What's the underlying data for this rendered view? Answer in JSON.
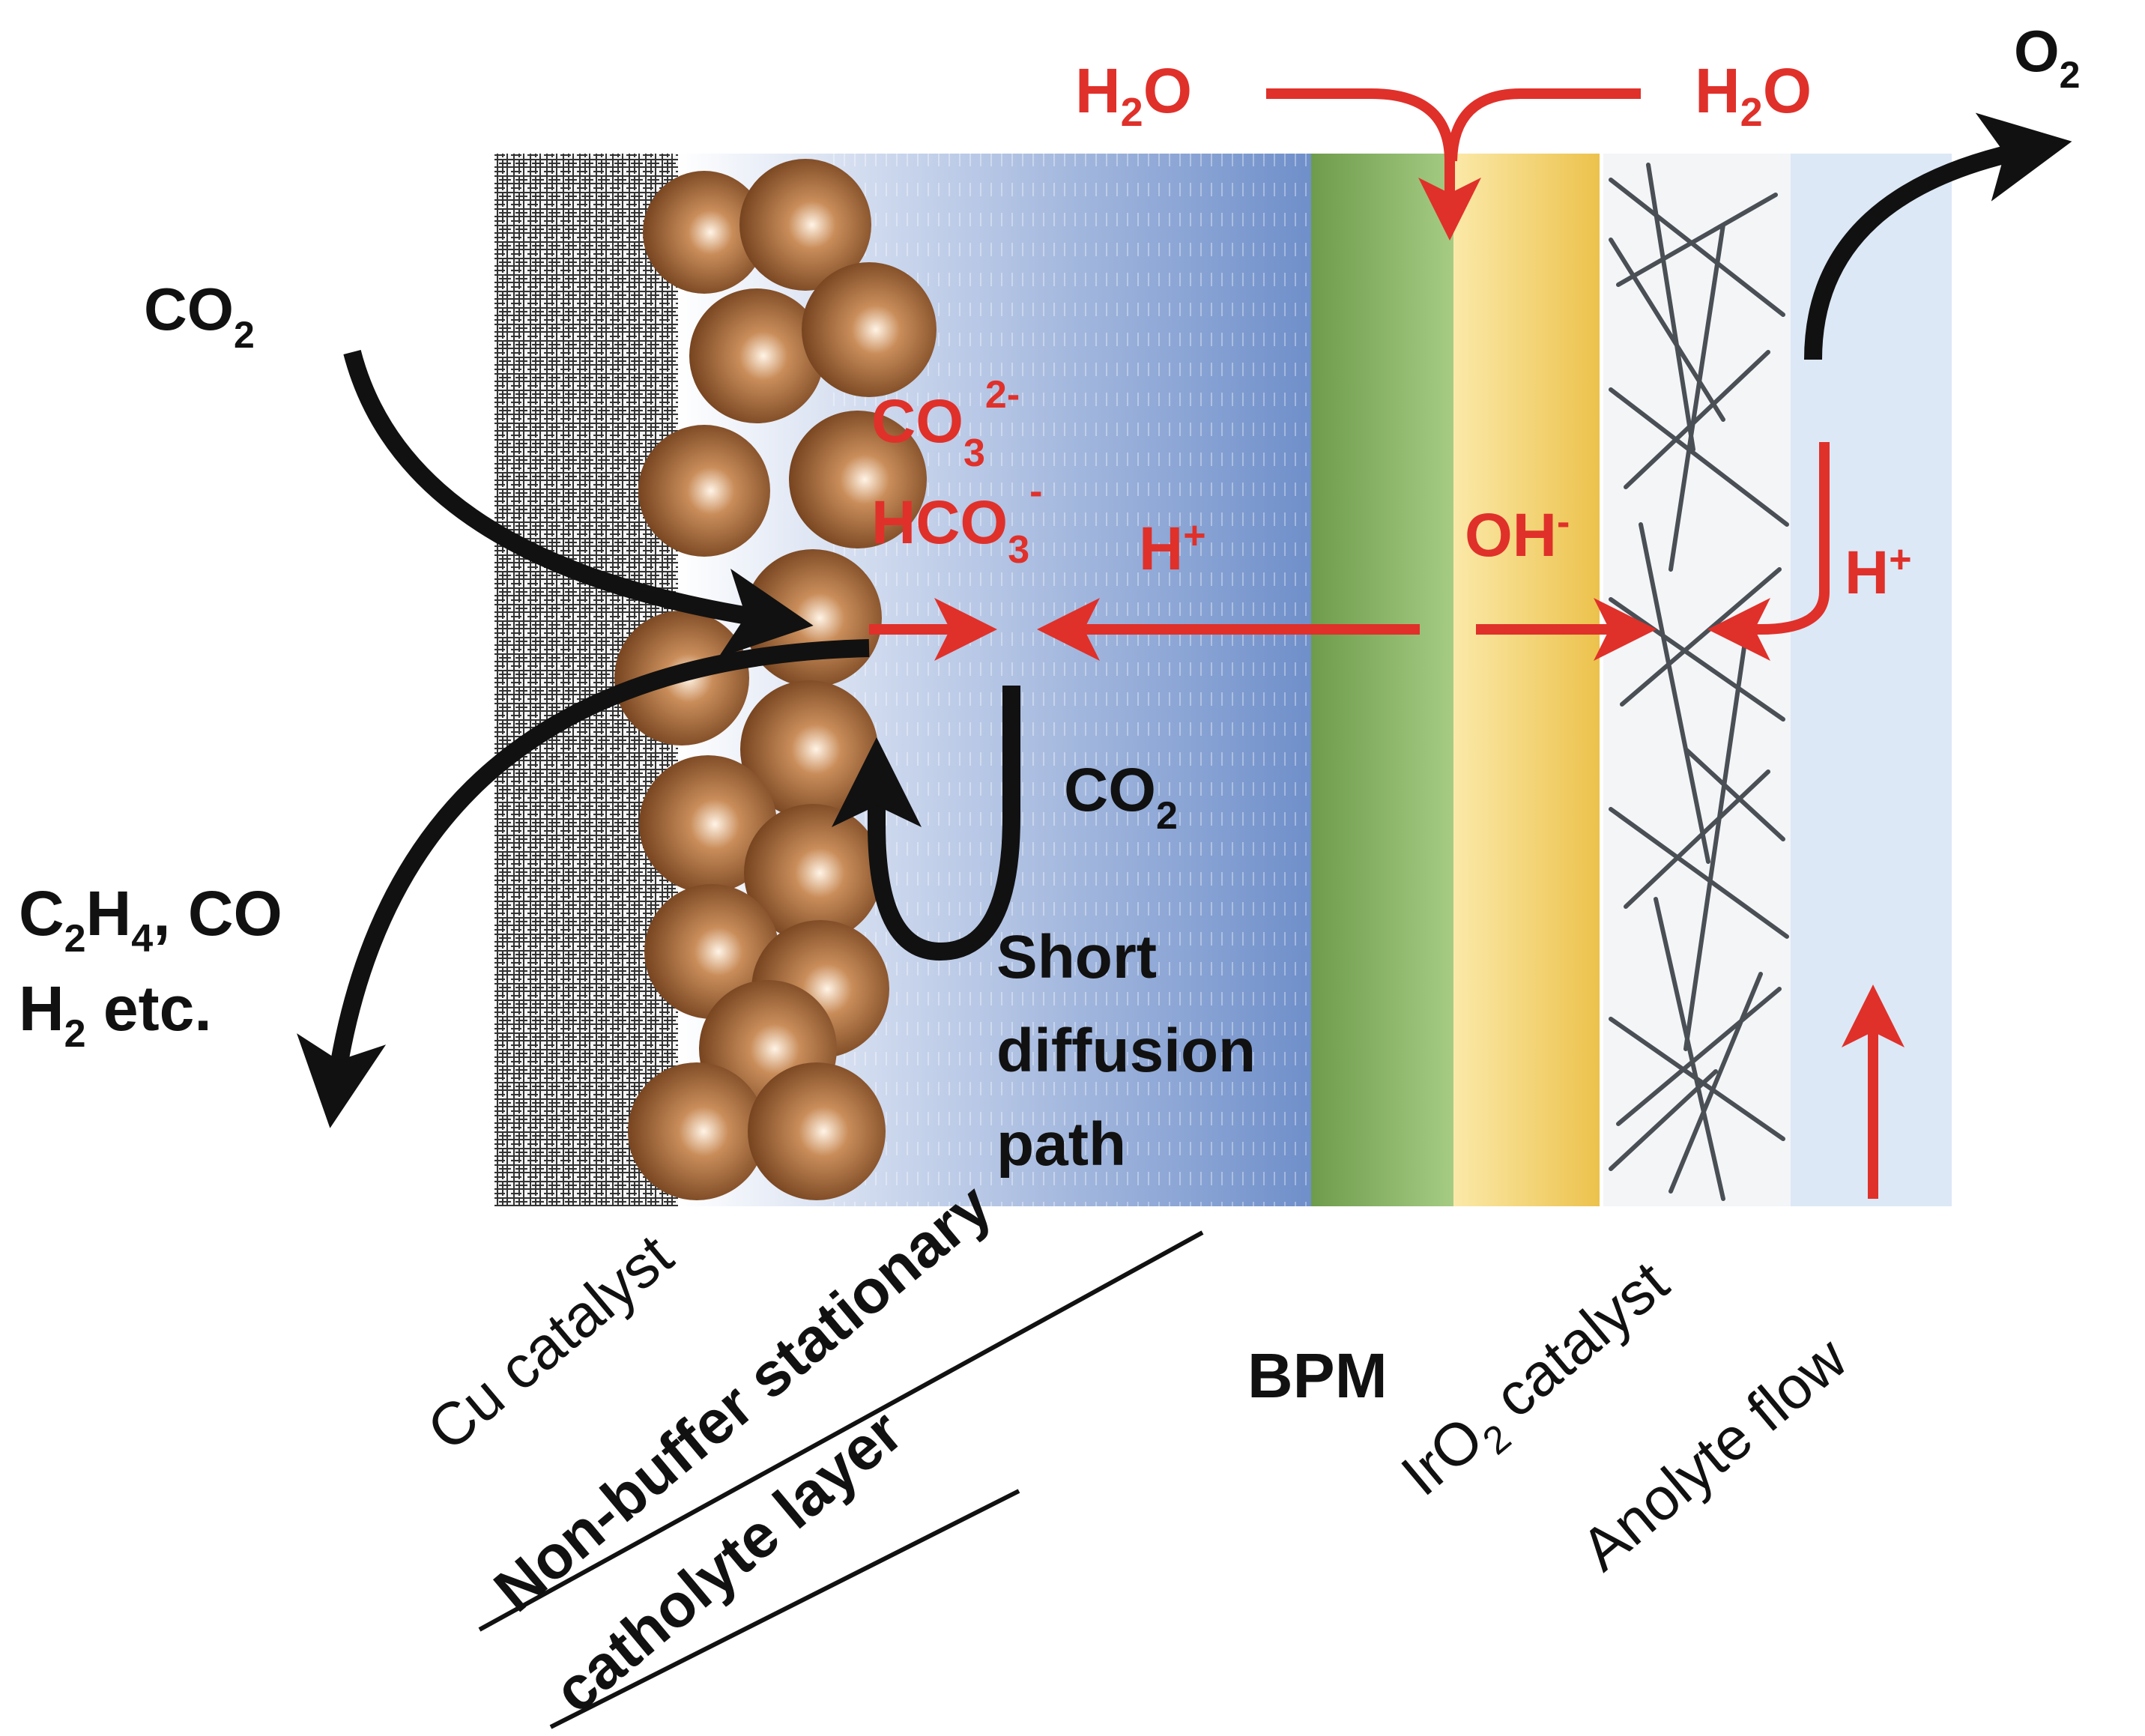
{
  "colors": {
    "red": "#e0302a",
    "black": "#111111",
    "green": "#8dbb6a",
    "yellow": "#f3d36a",
    "blue": "#6f8fca",
    "copper": "#a4683a",
    "light_blue": "#dce8f6"
  },
  "labels": {
    "h2o": "H",
    "h2o_sub": "2",
    "h2o_o": "O",
    "o2": "O",
    "o2_sub": "2",
    "co2": "CO",
    "co2_sub": "2",
    "co3": "CO",
    "co3_sub": "3",
    "co3_sup": "2-",
    "hco3": "HCO",
    "hco3_sub": "3",
    "hco3_sup": "-",
    "h_plus": "H",
    "plus": "+",
    "oh": "OH",
    "minus": "-",
    "c2h4_c": "C",
    "c2h4_sub1": "2",
    "c2h4_h": "H",
    "c2h4_sub2": "4",
    "c2h4_rest": ", CO",
    "h2_h": "H",
    "h2_sub": "2",
    "h2_rest": " etc.",
    "short": "Short",
    "diffusion": "diffusion",
    "path": "path",
    "cu_catalyst": "Cu catalyst",
    "non_buffer": "Non-buffer stationary",
    "catholyte": "catholyte layer",
    "bpm": "BPM",
    "iro2_ir": "IrO",
    "iro2_sub": "2",
    "iro2_rest": " catalyst",
    "anolyte": "Anolyte flow"
  }
}
